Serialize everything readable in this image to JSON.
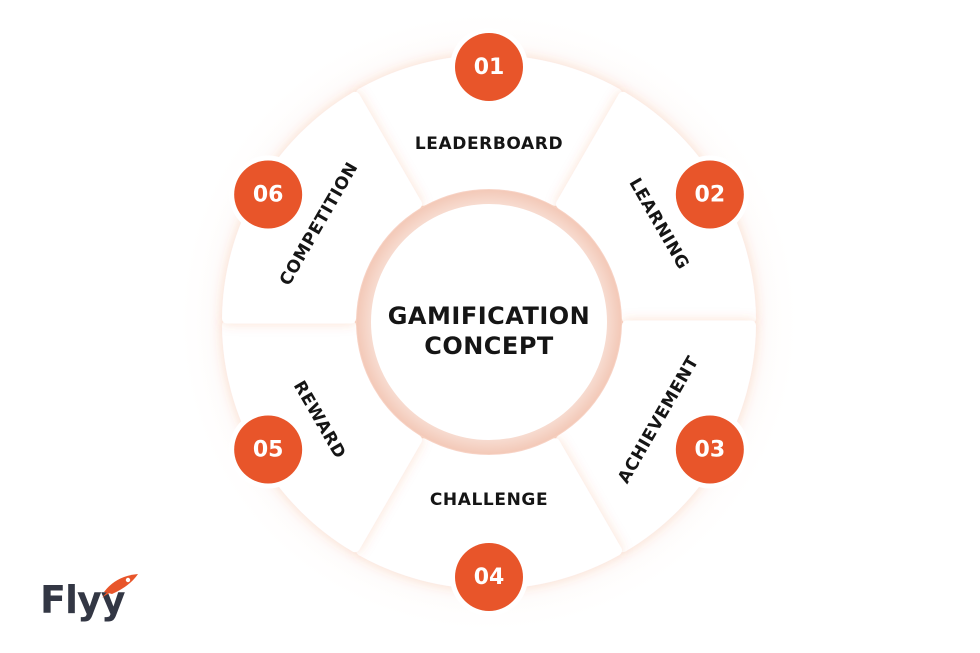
{
  "colors": {
    "accent": "#E8552A",
    "segment_fill": "#FFFFFF",
    "glow": "#F6D2C4",
    "text": "#151515",
    "logo_text": "#333744"
  },
  "center": {
    "line1": "GAMIFICATION",
    "line2": "CONCEPT"
  },
  "segments": [
    {
      "number": "01",
      "label": "LEADERBOARD"
    },
    {
      "number": "02",
      "label": "LEARNING"
    },
    {
      "number": "03",
      "label": "ACHIEVEMENT"
    },
    {
      "number": "04",
      "label": "CHALLENGE"
    },
    {
      "number": "05",
      "label": "REWARD"
    },
    {
      "number": "06",
      "label": "COMPETITION"
    }
  ],
  "logo": {
    "text": "Flyy",
    "icon": "rocket-icon"
  }
}
